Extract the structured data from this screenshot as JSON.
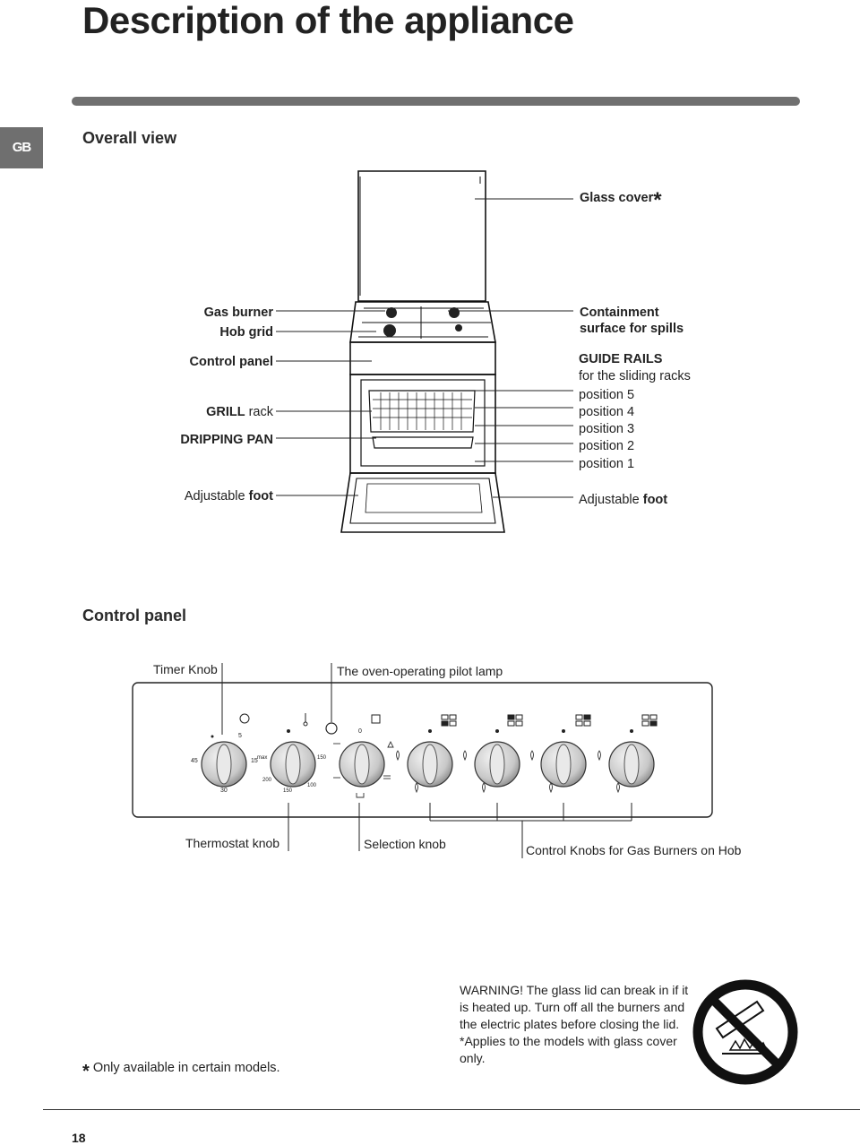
{
  "page": {
    "title": "Description of the appliance",
    "lang_tab": "GB",
    "page_number": "18"
  },
  "overall": {
    "heading": "Overall view",
    "labels_left": {
      "gas_burner": "Gas burner",
      "hob_grid": "Hob grid",
      "control_panel": "Control panel",
      "grill_bold": "GRILL",
      "grill_rest": " rack",
      "dripping_pan": "DRIPPING PAN",
      "adj_foot_pre": "Adjustable ",
      "adj_foot_bold": "foot"
    },
    "labels_right": {
      "glass_cover": "Glass cover",
      "glass_cover_mark": "*",
      "containment_1": "Containment",
      "containment_2": "surface for spills",
      "guide_rails": "GUIDE RAILS",
      "guide_rails_sub": "for the sliding racks",
      "positions": [
        "position 5",
        "position 4",
        "position 3",
        "position 2",
        "position 1"
      ],
      "adj_foot_pre": "Adjustable ",
      "adj_foot_bold": "foot"
    }
  },
  "control_panel": {
    "heading": "Control panel",
    "timer_knob": "Timer Knob",
    "pilot_lamp": "The oven-operating pilot lamp",
    "thermostat_knob": "Thermostat knob",
    "selection_knob": "Selection knob",
    "gas_knobs": "Control Knobs for Gas Burners on Hob",
    "timer_marks": [
      "5",
      "15",
      "45",
      "30"
    ],
    "thermo_marks": [
      "max",
      "150",
      "200",
      "150",
      "100"
    ],
    "selector_mark": "0"
  },
  "warning": {
    "text": "WARNING! The glass lid can break in if it is heated up. Turn off all the burners and the electric plates before closing the lid. *Applies to the models with glass cover only.",
    "icon": "no-flame-under-lid-icon"
  },
  "footnote": {
    "mark": "*",
    "text": " Only available in certain models."
  }
}
